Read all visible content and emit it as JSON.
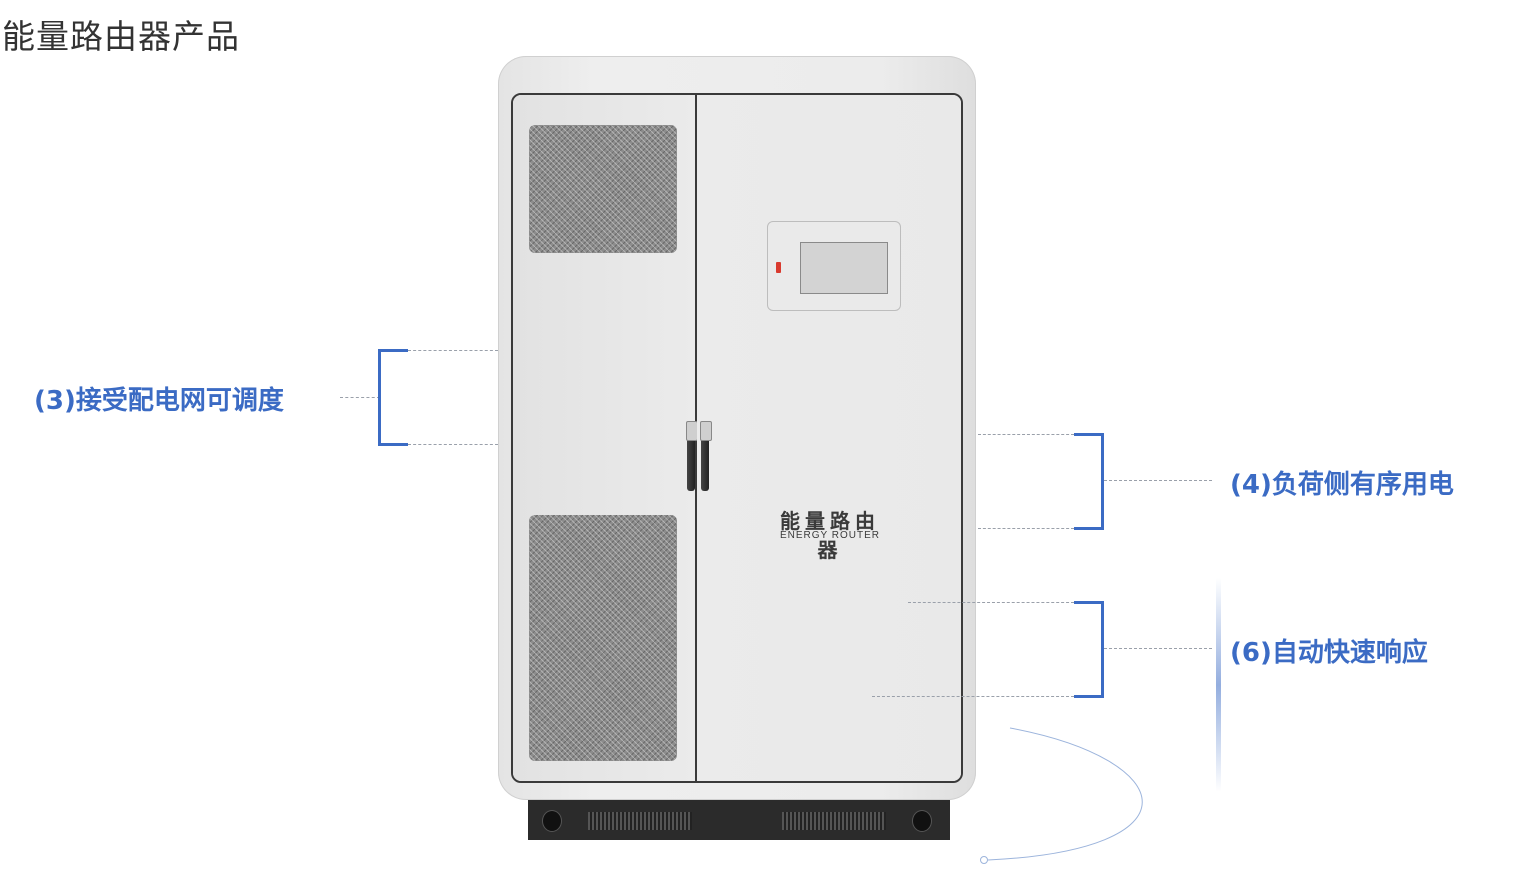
{
  "page": {
    "title": "能量路由器产品"
  },
  "product": {
    "brand_cn": "能量路由器",
    "brand_en": "ENERGY ROUTER"
  },
  "callouts": [
    {
      "label": "(3)接受配电网可调度"
    },
    {
      "label": "(4)负荷侧有序用电"
    },
    {
      "label": "(6)自动快速响应"
    }
  ],
  "colors": {
    "accent": "#3b6bc4",
    "title_text": "#333333",
    "cabinet": "#ebebeb",
    "indicator": "#d93a2e"
  }
}
